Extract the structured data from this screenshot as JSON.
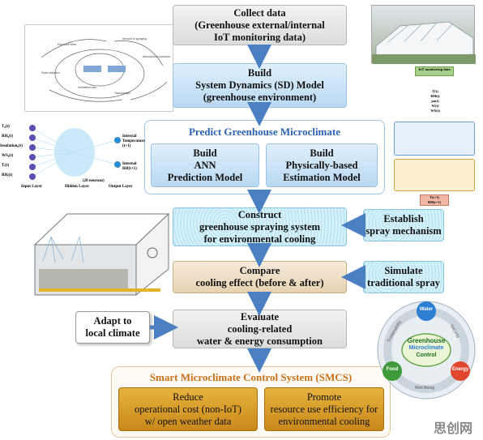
{
  "steps": {
    "collect": [
      "Collect data",
      "(Greenhouse external/internal",
      "IoT monitoring data)"
    ],
    "sd_model": [
      "Build",
      "System Dynamics (SD) Model",
      "(greenhouse environment)"
    ],
    "predict_title": "Predict Greenhouse Microclimate",
    "ann": [
      "Build",
      "ANN",
      "Prediction Model"
    ],
    "physical": [
      "Build",
      "Physically-based",
      "Estimation Model"
    ],
    "construct": [
      "Construct",
      "greenhouse spraying system",
      "for environmental cooling"
    ],
    "establish": [
      "Establish",
      "spray mechanism"
    ],
    "compare": [
      "Compare",
      "cooling effect (before & after)"
    ],
    "simulate": [
      "Simulate",
      "traditional spray"
    ],
    "adapt": [
      "Adapt to",
      "local climate"
    ],
    "evaluate": [
      "Evaluate",
      "cooling-related",
      "water & energy consumption"
    ],
    "smcs_title": "Smart Microclimate Control System (SMCS)",
    "reduce": [
      "Reduce",
      "operational cost (non-IoT)",
      "w/ open weather data"
    ],
    "promote": [
      "Promote",
      "resource use efficiency for",
      "environmental cooling"
    ]
  },
  "nn_figure": {
    "inputs": [
      "T₀(t)",
      "RH₀(t)",
      "Insolation₀(t)",
      "WS₀(t)",
      "Tᵢ(t)",
      "RHᵢ(t)"
    ],
    "outputs": [
      "Internal Temperature (t+1)",
      "Internal RH(t+1)"
    ],
    "layers": [
      "Input Layer",
      "Hidden Layer",
      "Output Layer"
    ],
    "neurons": "(20 neurons)"
  },
  "physical_figure": {
    "header": "IoT monitoring data",
    "vars": [
      "T(t)",
      "RH(t)",
      "pa(t)",
      "W(t)",
      "WS(t)"
    ],
    "outputs": [
      "T(t+1)",
      "RH(t+1)"
    ]
  },
  "wheel": {
    "center": [
      "Greenhouse",
      "Microclimate",
      "Control"
    ],
    "nodes": [
      "Water",
      "Food",
      "Energy"
    ],
    "ring": [
      "Sustainability",
      "Security",
      "Well-Being"
    ]
  },
  "watermark": "思创网",
  "colors": {
    "arrow": "#4a7fc1",
    "smcs_title": "#c9711a",
    "predict_title": "#2b63b5"
  }
}
